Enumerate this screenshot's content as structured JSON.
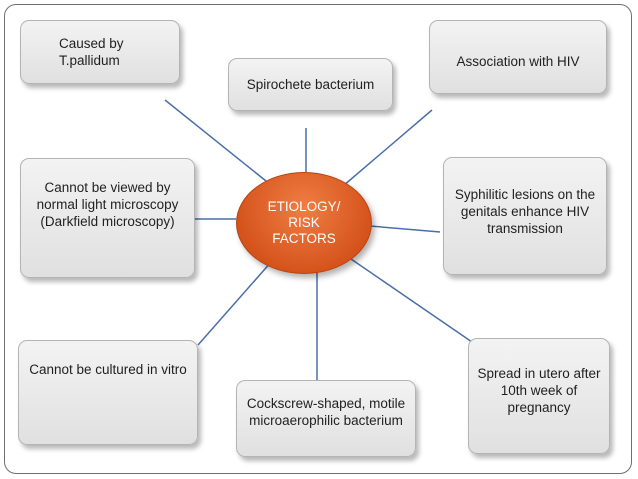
{
  "center": {
    "label": "ETIOLOGY/ RISK FACTORS"
  },
  "nodes": [
    {
      "id": "caused-by",
      "text": "Caused by T.pallidum"
    },
    {
      "id": "spirochete",
      "text": "Spirochete bacterium"
    },
    {
      "id": "hiv-association",
      "text": "Association with HIV"
    },
    {
      "id": "darkfield",
      "text": "Cannot be viewed by normal light microscopy (Darkfield microscopy)"
    },
    {
      "id": "hiv-transmission",
      "text": "Syphilitic lesions on the genitals enhance HIV transmission"
    },
    {
      "id": "culture",
      "text": "Cannot be cultured in vitro"
    },
    {
      "id": "morphology",
      "text": "Cockscrew-shaped, motile microaerophilic bacterium"
    },
    {
      "id": "in-utero",
      "text": "Spread in utero after 10th week of pregnancy"
    }
  ],
  "colors": {
    "center_fill": "#e06428",
    "spoke": "#4a6fa8",
    "box_fill": "#eaeaea",
    "frame": "#6f6f6f"
  }
}
